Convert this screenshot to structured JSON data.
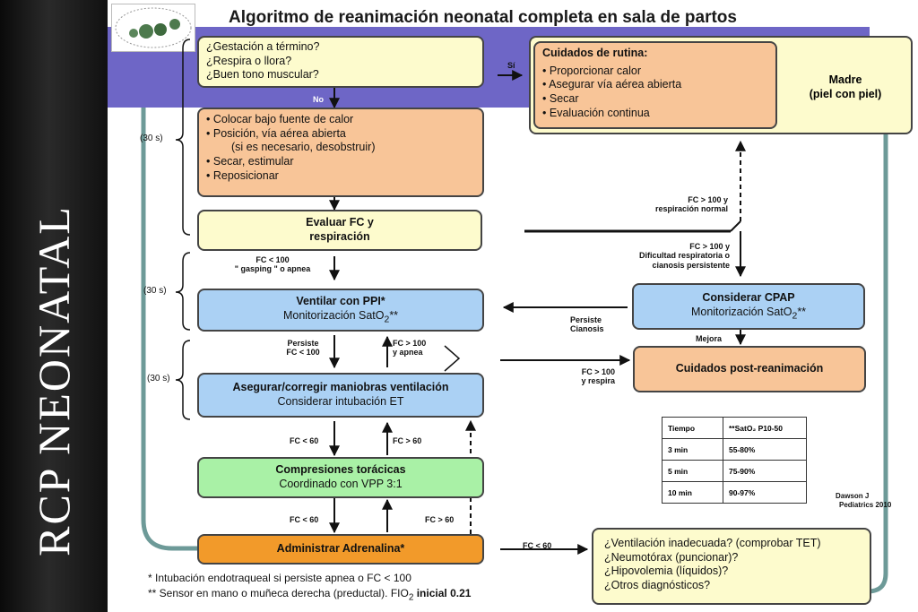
{
  "sidebar": {
    "text": "RCP NEONATAL"
  },
  "title": "Algoritmo de reanimación neonatal completa en sala de partos",
  "boxes": {
    "assess": {
      "lines": [
        "¿Gestación a término?",
        "¿Respira o llora?",
        "¿Buen tono muscular?"
      ]
    },
    "routine": {
      "title": "Cuidados de rutina:",
      "items": [
        "Proporcionar calor",
        "Asegurar vía aérea abierta",
        "Secar",
        "Evaluación continua"
      ]
    },
    "mother": {
      "lines": [
        "Madre",
        "(piel con piel)"
      ]
    },
    "initial": {
      "items": [
        "Colocar bajo fuente de calor",
        "Posición, vía aérea abierta",
        "(si es necesario, desobstruir)",
        "Secar, estimular",
        "Reposicionar"
      ]
    },
    "evaluate": {
      "lines": [
        "Evaluar FC y",
        "respiración"
      ]
    },
    "ventilate": {
      "line1": "Ventilar con PPI*",
      "line2_pre": "Monitorización SatO",
      "line2_sub": "2",
      "line2_post": "**"
    },
    "cpap": {
      "line1": "Considerar CPAP",
      "line2_pre": "Monitorización SatO",
      "line2_sub": "2",
      "line2_post": "**"
    },
    "postcare": {
      "label": "Cuidados post-reanimación"
    },
    "correct": {
      "line1": "Asegurar/corregir maniobras ventilación",
      "line2": "Considerar intubación ET"
    },
    "compress": {
      "line1": "Compresiones torácicas",
      "line2": "Coordinado con VPP 3:1"
    },
    "adrenaline": {
      "label": "Administrar Adrenalina*"
    },
    "diagnostics": {
      "lines": [
        "¿Ventilación inadecuada?  (comprobar TET)",
        "¿Neumotórax (puncionar)?",
        "¿Hipovolemia (líquidos)?",
        "¿Otros diagnósticos?"
      ]
    }
  },
  "labels": {
    "si": "Sí",
    "no": "No",
    "sec": "(30 s)",
    "fc100_normal": [
      "FC > 100 y",
      "respiración normal"
    ],
    "fc100_dificultad": [
      "FC > 100 y",
      "Dificultad respiratoria o",
      "cianosis persistente"
    ],
    "fc_lt100_gasping": [
      "FC < 100",
      "\" gasping \" o apnea"
    ],
    "persiste_cianosis": [
      "Persiste",
      "Cianosis"
    ],
    "mejora": "Mejora",
    "persiste_fc": [
      "Persiste",
      "FC < 100"
    ],
    "fc100_apnea": [
      "FC > 100",
      "y apnea"
    ],
    "fc100_respira": [
      "FC > 100",
      "y respira"
    ],
    "fc_lt60_a": "FC < 60",
    "fc_gt60_a": "FC > 60",
    "fc_lt60_b": "FC < 60",
    "fc_gt60_b": "FC > 60",
    "fc_lt60_c": "FC < 60"
  },
  "table": {
    "header": [
      "Tiempo",
      "**SatO₂ P10-50"
    ],
    "rows": [
      [
        "3 min",
        "55-80%"
      ],
      [
        "5 min",
        "75-90%"
      ],
      [
        "10 min",
        "90-97%"
      ]
    ]
  },
  "citation": [
    "Dawson J",
    "Pediatrics 2010"
  ],
  "footnotes": {
    "f1": "* Intubación endotraqueal si persiste apnea o FC < 100",
    "f2_pre": "** Sensor en mano o muñeca derecha (preductal). FIO",
    "f2_sub": "2",
    "f2_post": " inicial 0.21"
  },
  "colors": {
    "band": "#6e66c6",
    "yellow": "#fdfbcd",
    "orange": "#f8c598",
    "blue": "#abd1f4",
    "green": "#a9f1a6",
    "dark_orange": "#f29a2a",
    "frame": "#6d9a98"
  }
}
